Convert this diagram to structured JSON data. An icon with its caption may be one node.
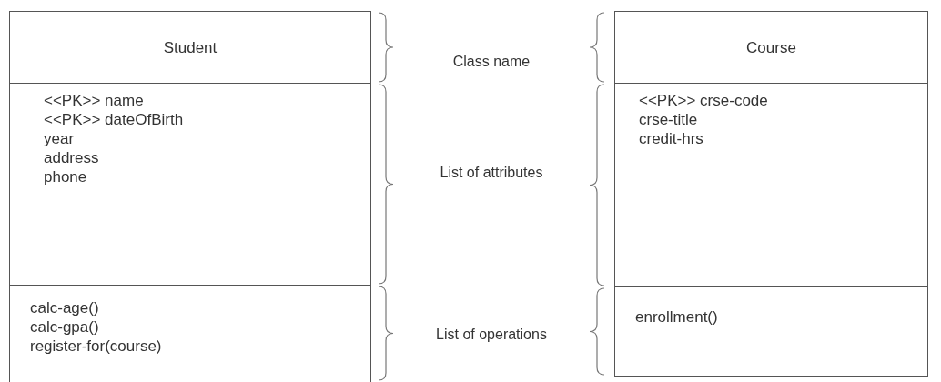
{
  "diagram": {
    "nodes": [
      {
        "text": [
          "Student"
        ]
      },
      {
        "text": [
          "<<PK>> name",
          "<<PK>> dateOfBirth",
          "year",
          "address",
          "phone"
        ]
      },
      {
        "text": [
          "calc-age()",
          "calc-gpa()",
          "register-for(course)"
        ]
      },
      {
        "text": [
          "Course"
        ]
      },
      {
        "text": [
          "<<PK>> crse-code",
          "crse-title",
          "credit-hrs"
        ]
      },
      {
        "text": [
          "enrollment()"
        ]
      }
    ],
    "labels": [
      "Class name",
      "List of attributes",
      "List of operations"
    ]
  }
}
